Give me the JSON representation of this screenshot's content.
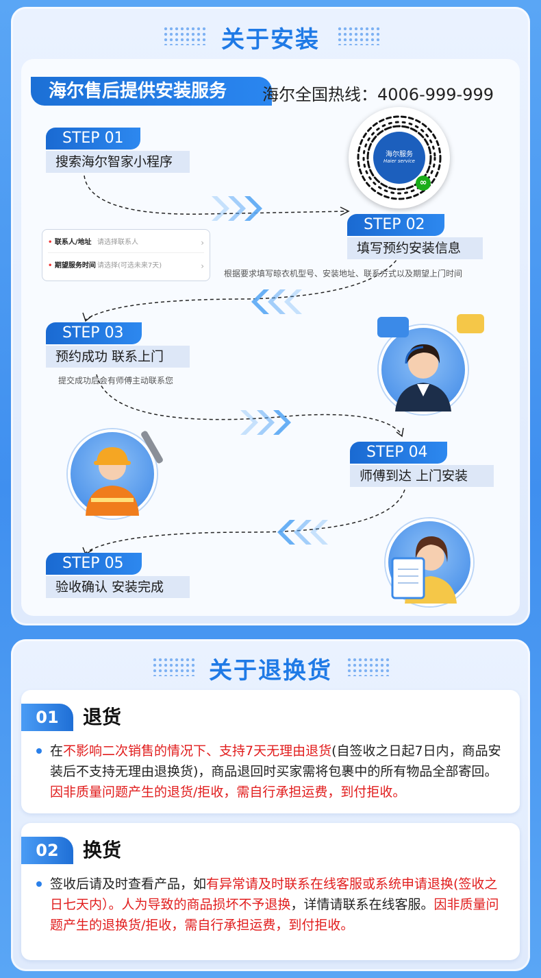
{
  "install": {
    "title": "关于安装",
    "banner": "海尔售后提供安装服务",
    "hotline": "海尔全国热线：4006-999-999",
    "qr_label": "海尔服务",
    "qr_sub": "Haier service",
    "form": {
      "row1_label": "联系人/地址",
      "row1_placeholder": "请选择联系人",
      "row2_label": "期望服务时间",
      "row2_placeholder": "请选择(可选未来7天)"
    },
    "steps": [
      {
        "tag": "STEP 01",
        "desc": "搜索海尔智家小程序"
      },
      {
        "tag": "STEP 02",
        "desc": "填写预约安装信息",
        "note": "根据要求填写晾衣机型号、安装地址、联系方式以及期望上门时间"
      },
      {
        "tag": "STEP 03",
        "desc": "预约成功 联系上门",
        "note": "提交成功后会有师傅主动联系您"
      },
      {
        "tag": "STEP 04",
        "desc": "师傅到达 上门安装"
      },
      {
        "tag": "STEP 05",
        "desc": "验收确认 安装完成"
      }
    ]
  },
  "returns": {
    "title": "关于退换货",
    "items": [
      {
        "num": "01",
        "heading": "退货",
        "p1": "在",
        "p2": "不影响二次销售的情况下、支持7天无理由退货",
        "p3": "(自签收之日起7日内，商品安装后不支持无理由退换货)，商品退回时买家需将包裹中的所有物品全部寄回。",
        "p4": "因非质量问题产生的退货/拒收，需自行承担运费，到付拒收。"
      },
      {
        "num": "02",
        "heading": "换货",
        "p1": "签收后请及时查看产品，如",
        "p2": "有异常请及时联系在线客服或系统申请退换(签收之日七天内）。人为导致的商品损坏不予退换",
        "p3": "，详情请联系在线客服。",
        "p4": "因非质量问题产生的退换货/拒收，需自行承担运费，到付拒收。"
      }
    ]
  },
  "colors": {
    "accent": "#1f7ae6",
    "warning": "#e11d1d"
  }
}
